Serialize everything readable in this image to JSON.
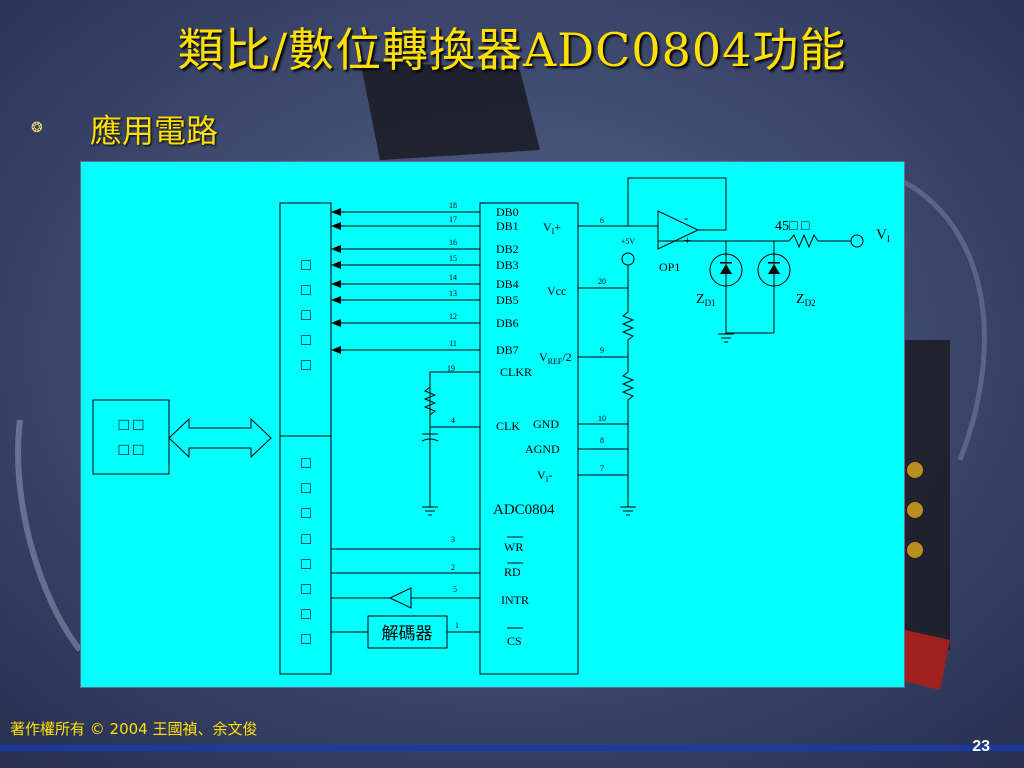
{
  "slide": {
    "title": "類比/數位轉換器ADC0804功能",
    "subtitle": "應用電路",
    "footer": "著作權所有 © 2004 王國禎、余文俊",
    "page_number": "23",
    "title_color": "#ffe000",
    "diagram_bg": "#00ffff",
    "bullet_icon": "sun-bullet-icon"
  },
  "diagram": {
    "chip_label": "ADC0804",
    "data_pins": [
      {
        "num": "18",
        "name": "DB0"
      },
      {
        "num": "17",
        "name": "DB1"
      },
      {
        "num": "16",
        "name": "DB2"
      },
      {
        "num": "15",
        "name": "DB3"
      },
      {
        "num": "14",
        "name": "DB4"
      },
      {
        "num": "13",
        "name": "DB5"
      },
      {
        "num": "12",
        "name": "DB6"
      },
      {
        "num": "11",
        "name": "DB7"
      }
    ],
    "pin_clkr": {
      "num": "19",
      "name": "CLKR"
    },
    "pin_clk": {
      "num": "4",
      "name": "CLK"
    },
    "control_pins": [
      {
        "num": "3",
        "name": "WR"
      },
      {
        "num": "2",
        "name": "RD"
      },
      {
        "num": "5",
        "name": "INTR"
      },
      {
        "num": "1",
        "name": "CS"
      }
    ],
    "right_pins": [
      {
        "num": "6",
        "name": "VI+",
        "base": "V",
        "sub": "I",
        "suffix": "+"
      },
      {
        "num": "20",
        "name": "Vcc"
      },
      {
        "num": "9",
        "name": "VREF/2",
        "base": "V",
        "sub": "REF",
        "suffix": "/2"
      },
      {
        "num": "10",
        "name": "GND"
      },
      {
        "num": "8",
        "name": "AGND"
      },
      {
        "num": "7",
        "name": "VI-",
        "base": "V",
        "sub": "I",
        "suffix": "-"
      }
    ],
    "supply_label": "+5V",
    "opamp_label": "OP1",
    "opamp_minus": "-",
    "opamp_plus": "+",
    "resistor_label": "45",
    "input_label": {
      "base": "V",
      "sub": "I"
    },
    "zener1": {
      "base": "Z",
      "sub": "D1"
    },
    "zener2": {
      "base": "Z",
      "sub": "D2"
    },
    "decoder_label": "解碼器",
    "unreadable_glyph": "□",
    "box_glyph_rows": [
      "□ □",
      "□ □"
    ]
  }
}
